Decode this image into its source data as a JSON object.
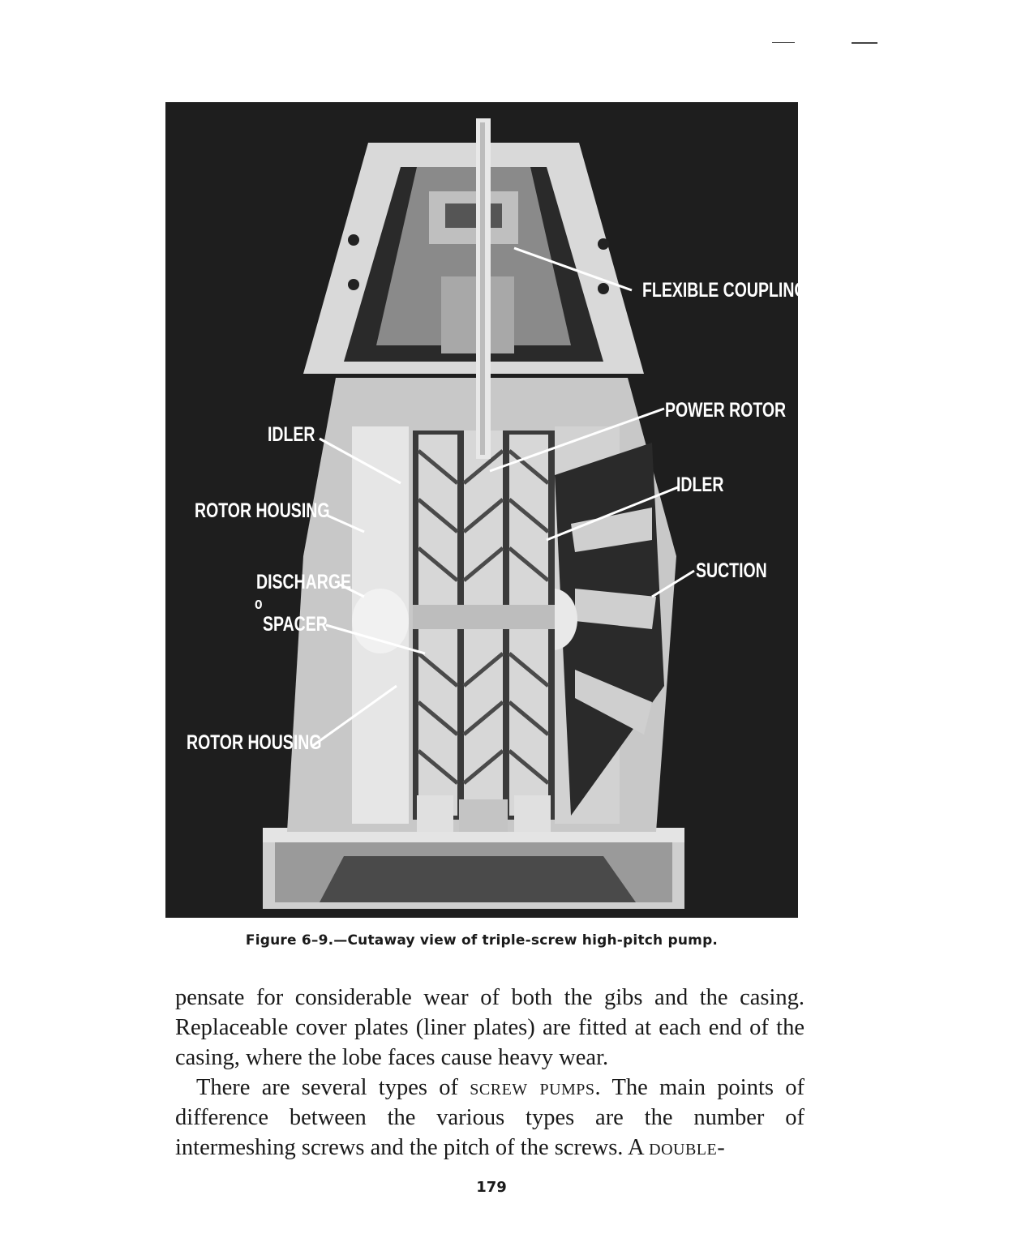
{
  "figure": {
    "labels": {
      "flexible_coupling": "FLEXIBLE COUPLING",
      "power_rotor": "POWER ROTOR",
      "idler_right": "IDLER",
      "suction": "SUCTION",
      "idler_left": "IDLER",
      "rotor_housing_top": "ROTOR HOUSING",
      "discharge": "DISCHARGE",
      "spacer_symbol": "o",
      "spacer": "SPACER",
      "rotor_housing_bottom": "ROTOR HOUSING"
    },
    "caption": "Figure 6–9.—Cutaway view of triple-screw high-pitch pump."
  },
  "body": {
    "p1": "pensate for considerable wear of both the gibs and the casing. Replaceable cover plates (liner plates) are fitted at each end of the casing, where the lobe faces cause heavy wear.",
    "p2_a": "There are several types of ",
    "p2_sc1": "screw pumps",
    "p2_b": ". The main points of difference between the various types are the number of intermeshing screws and the pitch of the screws. A ",
    "p2_sc2": "double-"
  },
  "page_number": "179"
}
